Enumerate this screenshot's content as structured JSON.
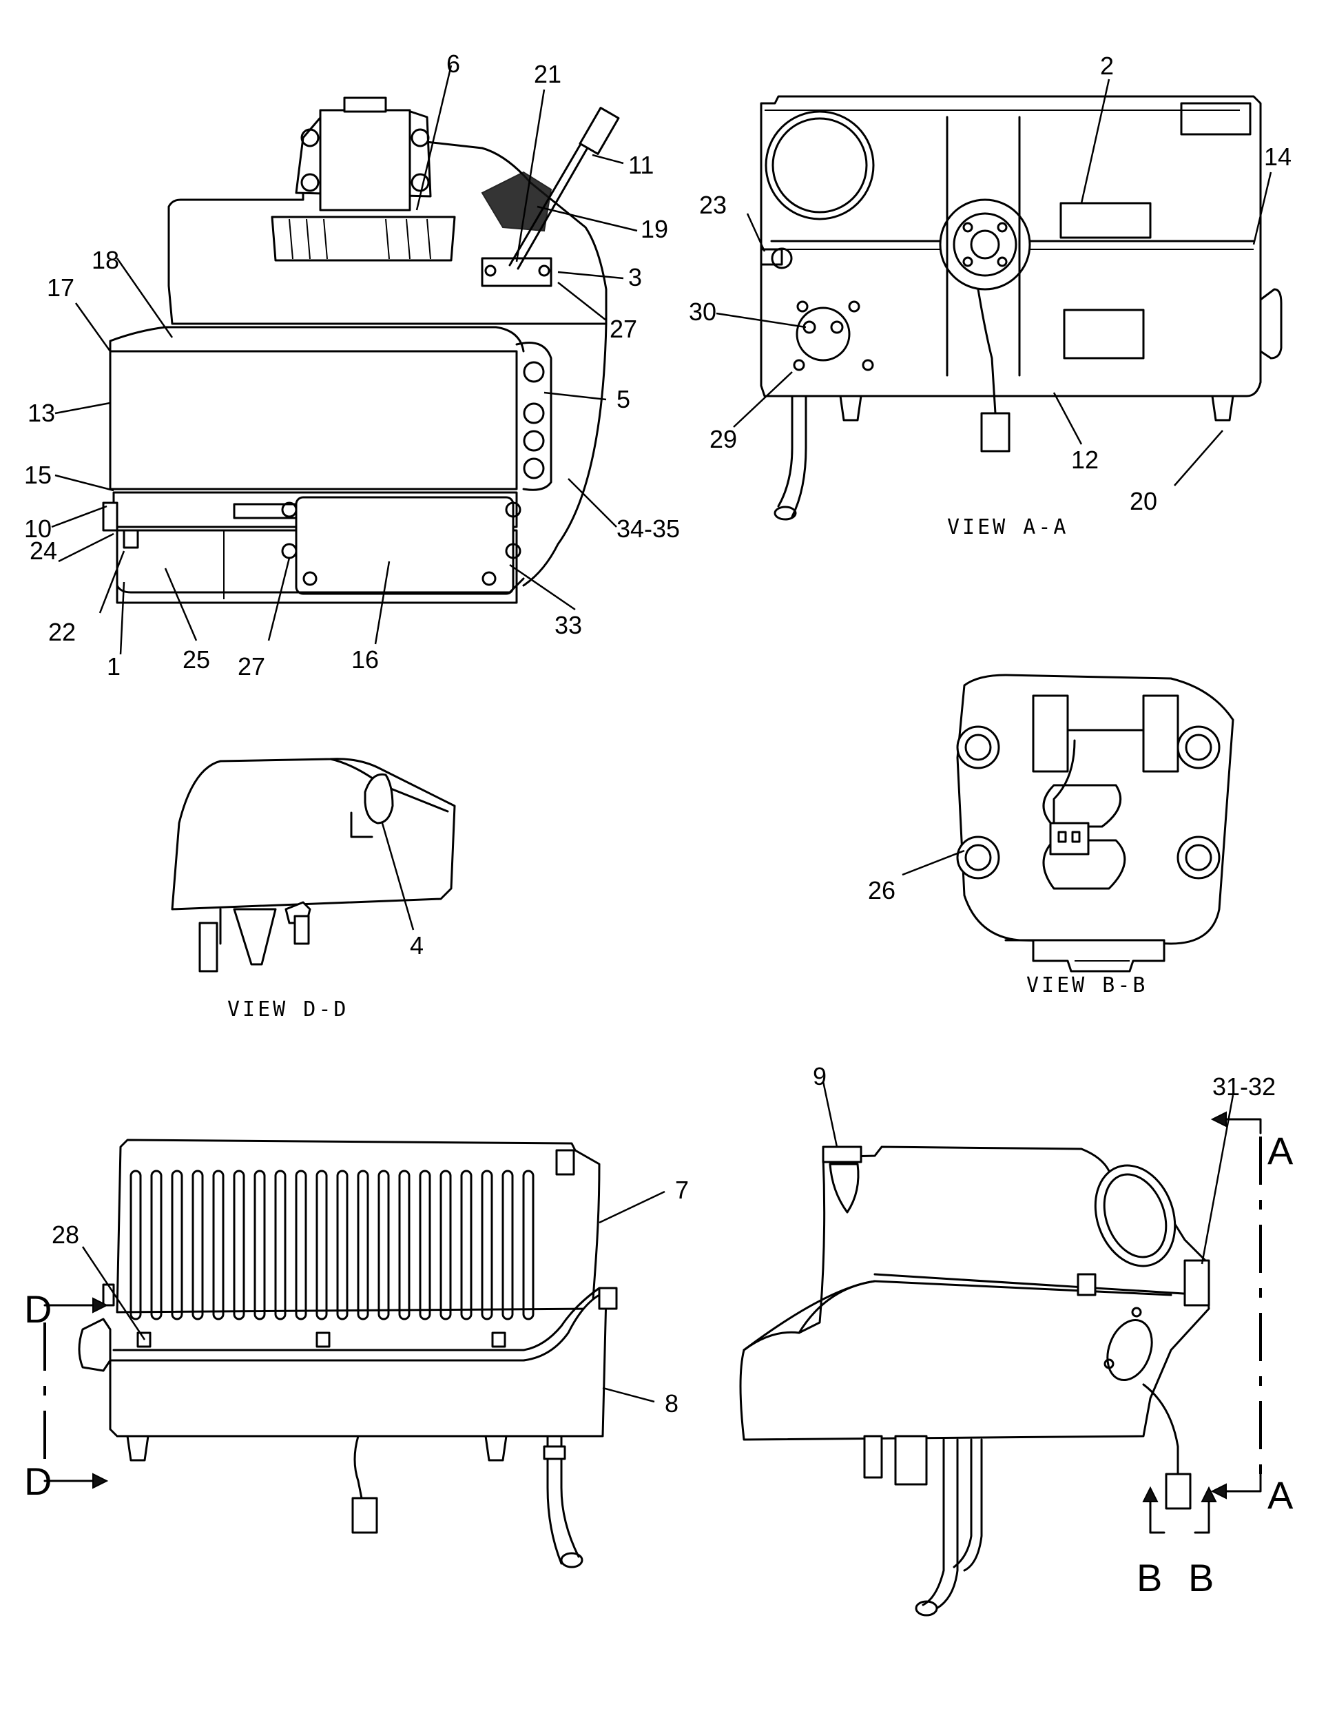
{
  "callouts": {
    "c1": "1",
    "c2": "2",
    "c3": "3",
    "c4": "4",
    "c5": "5",
    "c6": "6",
    "c7": "7",
    "c8": "8",
    "c9": "9",
    "c10": "10",
    "c11": "11",
    "c12": "12",
    "c13": "13",
    "c14": "14",
    "c15": "15",
    "c16": "16",
    "c17": "17",
    "c18": "18",
    "c19": "19",
    "c20": "20",
    "c21": "21",
    "c22": "22",
    "c23": "23",
    "c24": "24",
    "c25": "25",
    "c26": "26",
    "c27a": "27",
    "c27b": "27",
    "c28": "28",
    "c29": "29",
    "c30": "30",
    "c31_32": "31-32",
    "c33": "33",
    "c34_35": "34-35"
  },
  "views": {
    "view_aa": "VIEW  A-A",
    "view_bb": "VIEW  B-B",
    "view_dd": "VIEW  D-D"
  },
  "section_markers": {
    "a_top": "A",
    "a_bottom": "A",
    "b_left": "B",
    "b_right": "B",
    "d_top": "D",
    "d_bottom": "D"
  }
}
